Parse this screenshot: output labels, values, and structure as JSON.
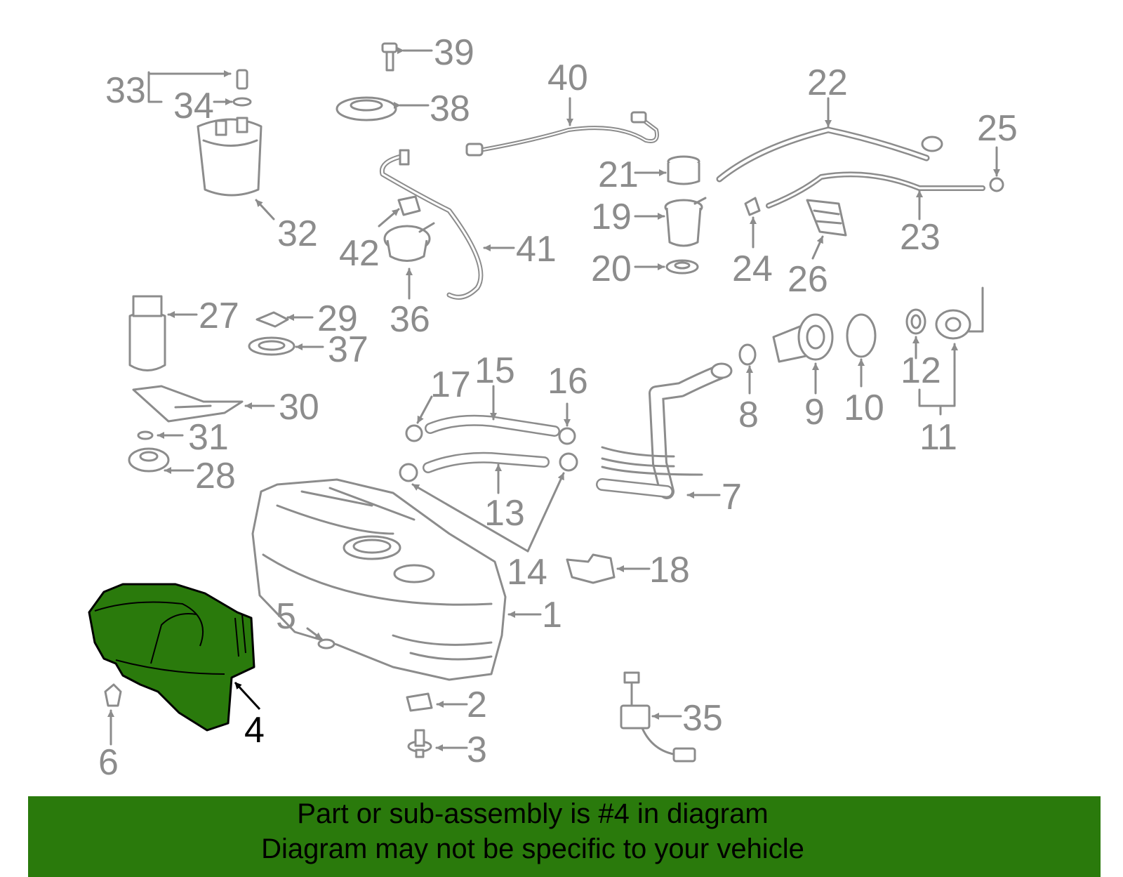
{
  "diagram": {
    "labels": {
      "n1": "1",
      "n2": "2",
      "n3": "3",
      "n4": "4",
      "n5": "5",
      "n6": "6",
      "n7": "7",
      "n8": "8",
      "n9": "9",
      "n10": "10",
      "n11": "11",
      "n12": "12",
      "n13": "13",
      "n14": "14",
      "n15": "15",
      "n16": "16",
      "n17": "17",
      "n18": "18",
      "n19": "19",
      "n20": "20",
      "n21": "21",
      "n22": "22",
      "n23": "23",
      "n24": "24",
      "n25": "25",
      "n26": "26",
      "n27": "27",
      "n28": "28",
      "n29": "29",
      "n30": "30",
      "n31": "31",
      "n32": "32",
      "n33": "33",
      "n34": "34",
      "n35": "35",
      "n36": "36",
      "n37": "37",
      "n38": "38",
      "n39": "39",
      "n40": "40",
      "n41": "41",
      "n42": "42"
    },
    "highlight_part": "4",
    "highlight_color": "#2a7a0c",
    "line_color": "#8c8c8c"
  },
  "footer": {
    "line1": "Part or sub-assembly is #4 in diagram",
    "line2": "Diagram may not be specific to your vehicle",
    "background": "#2a7a0c"
  }
}
